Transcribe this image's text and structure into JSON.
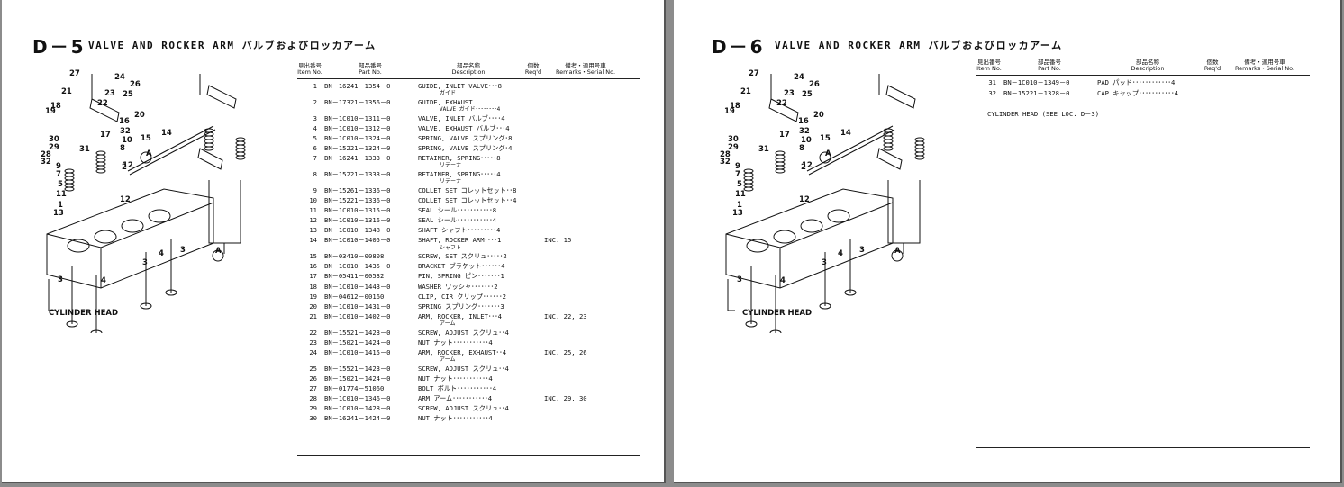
{
  "left_page": {
    "code": "D－5",
    "title": "VALVE AND ROCKER ARM  バルブおよびロッカアーム",
    "cylinder_head_label": "CYLINDER HEAD",
    "table_header": {
      "item": "見出番号\nItem No.",
      "part": "部品番号\nPart No.",
      "desc": "部品名称\nDescription",
      "req": "個数\nReq'd",
      "remarks": "備考・適用号車\nRemarks・Serial No."
    },
    "rows": [
      {
        "item": "1",
        "part": "BN－16241－1354－0",
        "desc": "GUIDE, INLET VALVE･･･8",
        "sub": "ガイド",
        "remarks": ""
      },
      {
        "item": "2",
        "part": "BN－17321－1356－0",
        "desc": "GUIDE, EXHAUST",
        "sub": "VALVE ガイド････････4",
        "remarks": ""
      },
      {
        "item": "3",
        "part": "BN－1C010－1311－0",
        "desc": "VALVE, INLET バルブ････4",
        "sub": "",
        "remarks": ""
      },
      {
        "item": "4",
        "part": "BN－1C010－1312－0",
        "desc": "VALVE, EXHAUST バルブ･･･4",
        "sub": "",
        "remarks": ""
      },
      {
        "item": "5",
        "part": "BN－1C010－1324－0",
        "desc": "SPRING, VALVE スプリング･8",
        "sub": "",
        "remarks": ""
      },
      {
        "item": "6",
        "part": "BN－15221－1324－0",
        "desc": "SPRING, VALVE スプリング･4",
        "sub": "",
        "remarks": ""
      },
      {
        "item": "7",
        "part": "BN－16241－1333－0",
        "desc": "RETAINER, SPRING･････8",
        "sub": "リテーナ",
        "remarks": ""
      },
      {
        "item": "8",
        "part": "BN－15221－1333－0",
        "desc": "RETAINER, SPRING･････4",
        "sub": "リテーナ",
        "remarks": ""
      },
      {
        "item": "9",
        "part": "BN－15261－1336－0",
        "desc": "COLLET SET コレットセット･･8",
        "sub": "",
        "remarks": ""
      },
      {
        "item": "10",
        "part": "BN－15221－1336－0",
        "desc": "COLLET SET コレットセット･･4",
        "sub": "",
        "remarks": ""
      },
      {
        "item": "11",
        "part": "BN－1C010－1315－0",
        "desc": "SEAL シール･･･････････8",
        "sub": "",
        "remarks": ""
      },
      {
        "item": "12",
        "part": "BN－1C010－1316－0",
        "desc": "SEAL シール･･･････････4",
        "sub": "",
        "remarks": ""
      },
      {
        "item": "13",
        "part": "BN－1C010－1348－0",
        "desc": "SHAFT シャフト･････････4",
        "sub": "",
        "remarks": ""
      },
      {
        "item": "14",
        "part": "BN－1C010－1405－0",
        "desc": "SHAFT, ROCKER ARM････1",
        "sub": "シャフト",
        "remarks": "INC. 15"
      },
      {
        "item": "15",
        "part": "BN－03410－00808",
        "desc": "SCREW, SET スクリュ･････2",
        "sub": "",
        "remarks": ""
      },
      {
        "item": "16",
        "part": "BN－1C010－1435－0",
        "desc": "BRACKET ブラケット･･････4",
        "sub": "",
        "remarks": ""
      },
      {
        "item": "17",
        "part": "BN－05411－00532",
        "desc": "PIN, SPRING ピン･･･････1",
        "sub": "",
        "remarks": ""
      },
      {
        "item": "18",
        "part": "BN－1C010－1443－0",
        "desc": "WASHER ワッシャ･･･････2",
        "sub": "",
        "remarks": ""
      },
      {
        "item": "19",
        "part": "BN－04612－00160",
        "desc": "CLIP, CIR クリップ･･････2",
        "sub": "",
        "remarks": ""
      },
      {
        "item": "20",
        "part": "BN－1C010－1431－0",
        "desc": "SPRING スプリング･･･････3",
        "sub": "",
        "remarks": ""
      },
      {
        "item": "21",
        "part": "BN－1C010－1402－0",
        "desc": "ARM, ROCKER, INLET･･･4",
        "sub": "アーム",
        "remarks": "INC. 22, 23"
      },
      {
        "item": "22",
        "part": "BN－15521－1423－0",
        "desc": "SCREW, ADJUST スクリュ･･4",
        "sub": "",
        "remarks": ""
      },
      {
        "item": "23",
        "part": "BN－15021－1424－0",
        "desc": "NUT ナット･･･････････4",
        "sub": "",
        "remarks": ""
      },
      {
        "item": "24",
        "part": "BN－1C010－1415－0",
        "desc": "ARM, ROCKER, EXHAUST･･4",
        "sub": "アーム",
        "remarks": "INC. 25, 26"
      },
      {
        "item": "25",
        "part": "BN－15521－1423－0",
        "desc": "SCREW, ADJUST スクリュ･･4",
        "sub": "",
        "remarks": ""
      },
      {
        "item": "26",
        "part": "BN－15021－1424－0",
        "desc": "NUT ナット･･･････････4",
        "sub": "",
        "remarks": ""
      },
      {
        "item": "27",
        "part": "BN－01774－51060",
        "desc": "BOLT ボルト･･･････････4",
        "sub": "",
        "remarks": ""
      },
      {
        "item": "28",
        "part": "BN－1C010－1346－0",
        "desc": "ARM アーム･･･････････4",
        "sub": "",
        "remarks": "INC. 29, 30"
      },
      {
        "item": "29",
        "part": "BN－1C010－1428－0",
        "desc": "SCREW, ADJUST スクリュ･･4",
        "sub": "",
        "remarks": ""
      },
      {
        "item": "30",
        "part": "BN－16241－1424－0",
        "desc": "NUT ナット･･･････････4",
        "sub": "",
        "remarks": ""
      }
    ]
  },
  "right_page": {
    "code": "D－6",
    "title": "VALVE AND ROCKER ARM  バルブおよびロッカアーム",
    "cylinder_head_label": "CYLINDER HEAD",
    "table_header": {
      "item": "見出番号\nItem No.",
      "part": "部品番号\nPart No.",
      "desc": "部品名称\nDescription",
      "req": "個数\nReq'd",
      "remarks": "備考・適用号車\nRemarks・Serial No."
    },
    "rows": [
      {
        "item": "31",
        "part": "BN－1C010－1349－0",
        "desc": "PAD パッド････････････4",
        "sub": "",
        "remarks": ""
      },
      {
        "item": "32",
        "part": "BN－15221－1328－0",
        "desc": "CAP キャップ･･･････････4",
        "sub": "",
        "remarks": ""
      }
    ],
    "note": "CYLINDER HEAD (SEE LOC. D－3)"
  },
  "callouts": [
    "27",
    "24",
    "26",
    "21",
    "23",
    "25",
    "18",
    "19",
    "22",
    "20",
    "16",
    "32",
    "10",
    "17",
    "8",
    "12",
    "15",
    "14",
    "30",
    "29",
    "31",
    "28",
    "32",
    "9",
    "7",
    "5",
    "11",
    "1",
    "13",
    "12",
    "2",
    "3",
    "4",
    "3",
    "4",
    "3",
    "A",
    "A"
  ]
}
